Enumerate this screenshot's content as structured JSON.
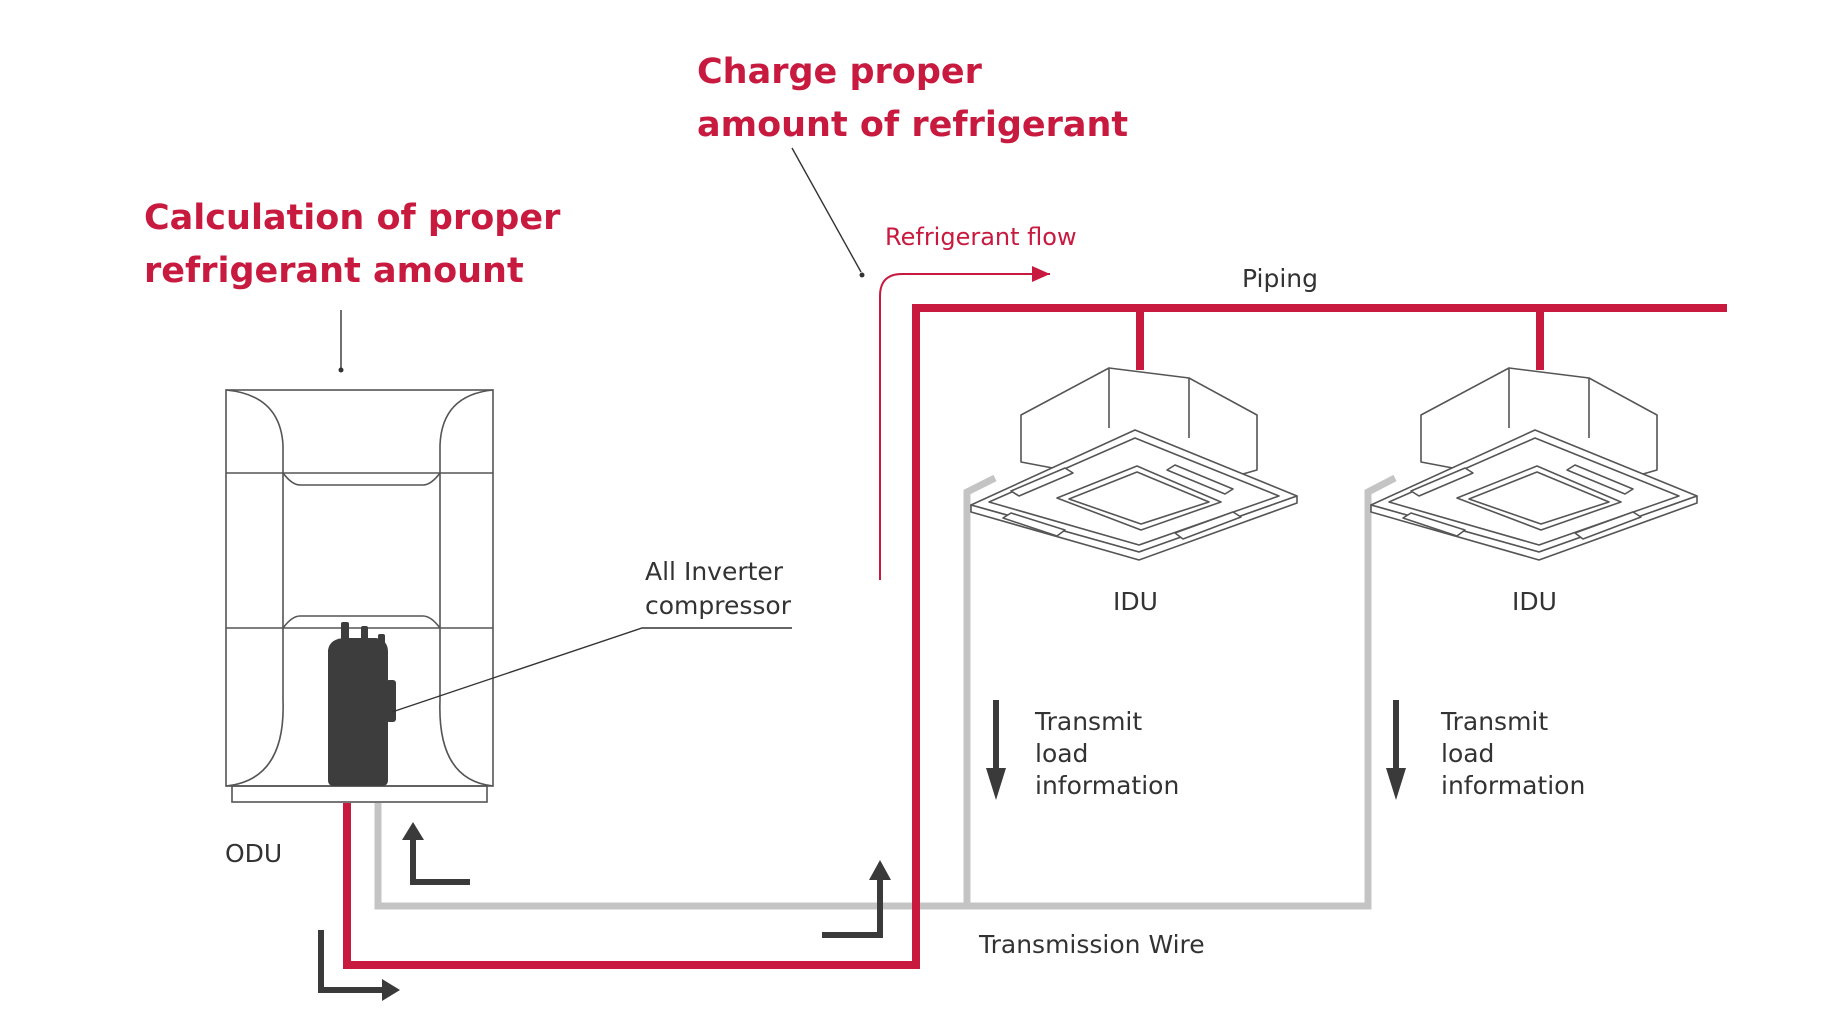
{
  "title_calc": [
    "Calculation of proper",
    "refrigerant amount"
  ],
  "title_charge": [
    "Charge proper",
    "amount of refrigerant"
  ],
  "labels": {
    "refrigerant_flow": "Refrigerant flow",
    "piping": "Piping",
    "compressor": [
      "All Inverter",
      "compressor"
    ],
    "odu": "ODU",
    "idu_left": "IDU",
    "idu_right": "IDU",
    "transmission_wire": "Transmission Wire",
    "transmit_left": [
      "Transmit",
      "load",
      "information"
    ],
    "transmit_right": [
      "Transmit",
      "load",
      "information"
    ]
  },
  "colors": {
    "piping": "#c8193f",
    "wire": "#c4c4c4",
    "arrow": "#3a3a3a",
    "outline": "#555555",
    "text": "#333333"
  },
  "icons": {
    "odu": "outdoor-unit-icon",
    "compressor": "compressor-icon",
    "idu": "ceiling-cassette-icon"
  }
}
